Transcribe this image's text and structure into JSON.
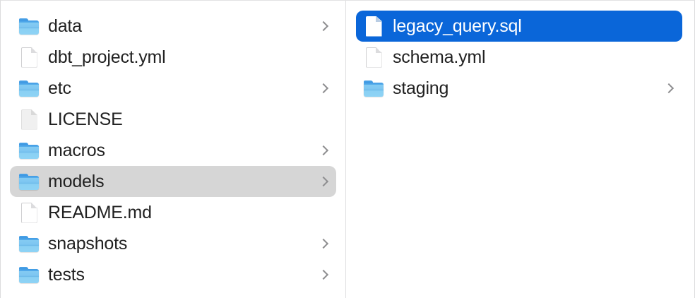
{
  "window": {
    "view": "column",
    "background_color": "#ffffff",
    "divider_color": "#e0e0e1",
    "selection_active_color": "#0a66d9",
    "selection_inactive_color": "#d6d6d6",
    "label_color": "#212121",
    "chevron_color": "#8e8e90"
  },
  "columns": [
    {
      "name": "parent-column",
      "items": [
        {
          "label": "data",
          "kind": "folder",
          "icon": "folder-icon",
          "disclosure": true,
          "selected": false,
          "selection": "none"
        },
        {
          "label": "dbt_project.yml",
          "kind": "file",
          "icon": "document-icon",
          "disclosure": false,
          "selected": false,
          "selection": "none"
        },
        {
          "label": "etc",
          "kind": "folder",
          "icon": "folder-icon",
          "disclosure": true,
          "selected": false,
          "selection": "none"
        },
        {
          "label": "LICENSE",
          "kind": "file",
          "icon": "document-plain-icon",
          "disclosure": false,
          "selected": false,
          "selection": "none"
        },
        {
          "label": "macros",
          "kind": "folder",
          "icon": "folder-icon",
          "disclosure": true,
          "selected": false,
          "selection": "none"
        },
        {
          "label": "models",
          "kind": "folder",
          "icon": "folder-icon",
          "disclosure": true,
          "selected": true,
          "selection": "inactive"
        },
        {
          "label": "README.md",
          "kind": "file",
          "icon": "document-icon",
          "disclosure": false,
          "selected": false,
          "selection": "none"
        },
        {
          "label": "snapshots",
          "kind": "folder",
          "icon": "folder-icon",
          "disclosure": true,
          "selected": false,
          "selection": "none"
        },
        {
          "label": "tests",
          "kind": "folder",
          "icon": "folder-icon",
          "disclosure": true,
          "selected": false,
          "selection": "none"
        }
      ]
    },
    {
      "name": "child-column",
      "items": [
        {
          "label": "legacy_query.sql",
          "kind": "file",
          "icon": "document-icon",
          "disclosure": false,
          "selected": true,
          "selection": "active"
        },
        {
          "label": "schema.yml",
          "kind": "file",
          "icon": "document-icon",
          "disclosure": false,
          "selected": false,
          "selection": "none"
        },
        {
          "label": "staging",
          "kind": "folder",
          "icon": "folder-icon",
          "disclosure": true,
          "selected": false,
          "selection": "none"
        }
      ]
    }
  ]
}
